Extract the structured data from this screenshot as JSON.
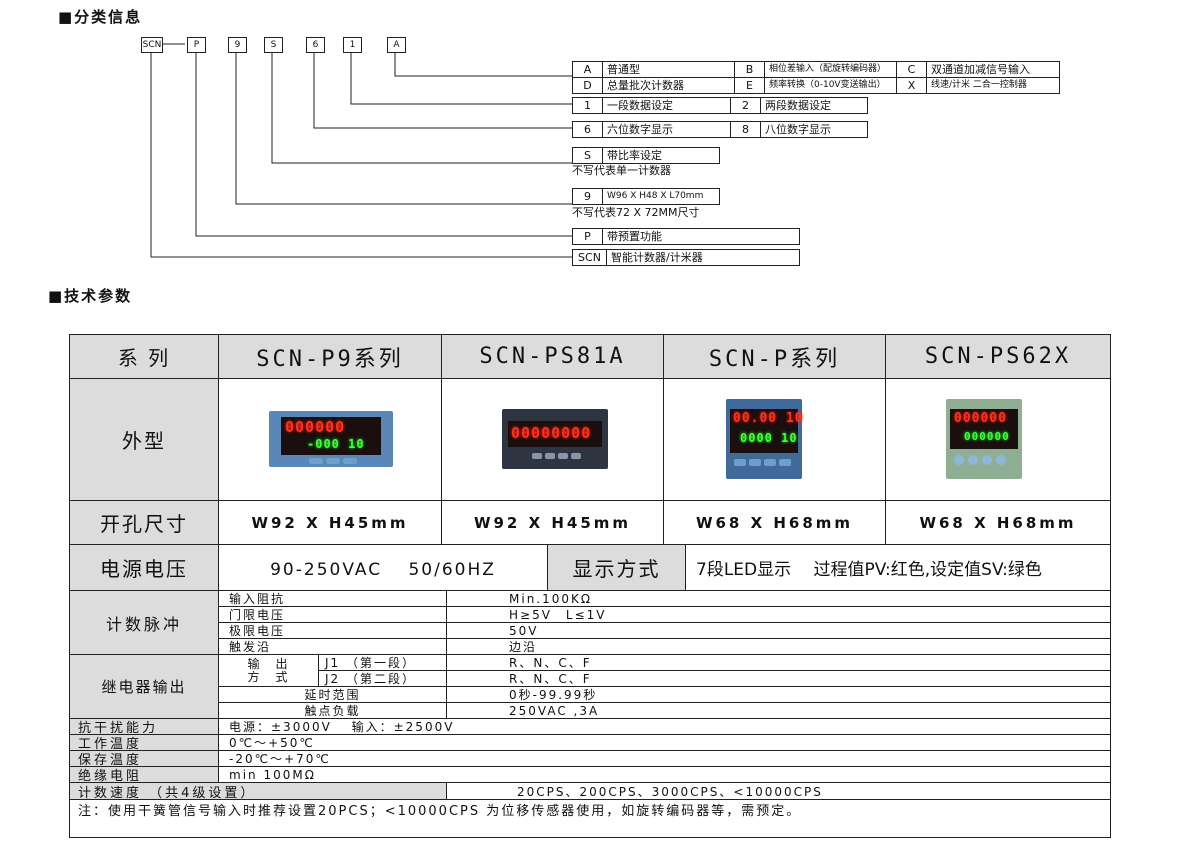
{
  "sections": {
    "classification_title": "■分类信息",
    "specs_title": "■技术参数"
  },
  "code_boxes": [
    "SCN",
    "P",
    "9",
    "S",
    "6",
    "1",
    "A"
  ],
  "code_dash": "—",
  "options": {
    "row_A": {
      "k1": "A",
      "v1": "普通型",
      "k2": "B",
      "v2": "相位差输入（配旋转编码器）",
      "k3": "C",
      "v3": "双通道加减信号输入"
    },
    "row_D": {
      "k1": "D",
      "v1": "总量批次计数器",
      "k2": "E",
      "v2": "频率转换（0-10V变送输出）",
      "k3": "X",
      "v3": "线速/计米 二合一控制器"
    },
    "row_1": {
      "k1": "1",
      "v1": "一段数据设定",
      "k2": "2",
      "v2": "两段数据设定"
    },
    "row_6": {
      "k1": "6",
      "v1": "六位数字显示",
      "k2": "8",
      "v2": "八位数字显示"
    },
    "row_S": {
      "k1": "S",
      "v1": "带比率设定",
      "note": "不写代表单一计数器"
    },
    "row_9": {
      "k1": "9",
      "v1": "W96 X H48 X L70mm",
      "note": "不写代表72 X 72MM尺寸"
    },
    "row_P": {
      "k1": "P",
      "v1": "带预置功能"
    },
    "row_SCN": {
      "k1": "SCN",
      "v1": "智能计数器/计米器"
    }
  },
  "table": {
    "series_label": "系 列",
    "models": [
      "SCN-P9系列",
      "SCN-PS81A",
      "SCN-P系列",
      "SCN-PS62X"
    ],
    "appearance_label": "外型",
    "cutout_label": "开孔尺寸",
    "cutouts": [
      "W92 X H45mm",
      "W92 X H45mm",
      "W68 X H68mm",
      "W68 X H68mm"
    ],
    "power_label": "电源电压",
    "power_value": "90-250VAC　 50/60HZ",
    "display_label": "显示方式",
    "display_value": "7段LED显示　 过程值PV:红色,设定值SV:绿色",
    "pulse_label": "计数脉冲",
    "pulse_rows": [
      {
        "k": "输入阻抗",
        "v": "Min.100KΩ"
      },
      {
        "k": "门限电压",
        "v": "H≥5V　L≤1V"
      },
      {
        "k": "极限电压",
        "v": "50V"
      },
      {
        "k": "触发沿",
        "v": "边沿"
      }
    ],
    "relay_label": "继电器输出",
    "relay_mode_label": "输　出\n方　式",
    "relay_mode_l1": "输　出",
    "relay_mode_l2": "方　式",
    "relay_j1": "J1 （第一段）",
    "relay_j2": "J2 （第二段）",
    "relay_j1_v": "R、N、C、F",
    "relay_j2_v": "R、N、C、F",
    "delay_k": "延时范围",
    "delay_v": "0秒-99.99秒",
    "contact_k": "触点负载",
    "contact_v": "250VAC ,3A",
    "noise_k": "抗干扰能力",
    "noise_v": "电源：±3000V　 输入：±2500V",
    "optemp_k": "工作温度",
    "optemp_v": "0℃～+50℃",
    "sttemp_k": "保存温度",
    "sttemp_v": "-20℃～+70℃",
    "insul_k": "绝缘电阻",
    "insul_v": "min 100MΩ",
    "speed_k": "计数速度 （共4级设置）",
    "speed_v": "20CPS、200CPS、3000CPS、<10000CPS",
    "note": "注：使用干簧管信号输入时推荐设置20PCS；<10000CPS 为位移传感器使用，如旋转编码器等，需预定。"
  },
  "device_readouts": {
    "d1_top": "000000",
    "d1_bot": "-000 10",
    "d2_top": "00000000",
    "d3_top": "00.00 10",
    "d3_bot": "0000 10",
    "d4_top": "000000",
    "d4_bot": "000000"
  },
  "colors": {
    "accent_gray": "#dcdcdc",
    "led_red": "#ff3020",
    "led_green": "#3dff3a",
    "panel_blue": "#5a86b8"
  }
}
